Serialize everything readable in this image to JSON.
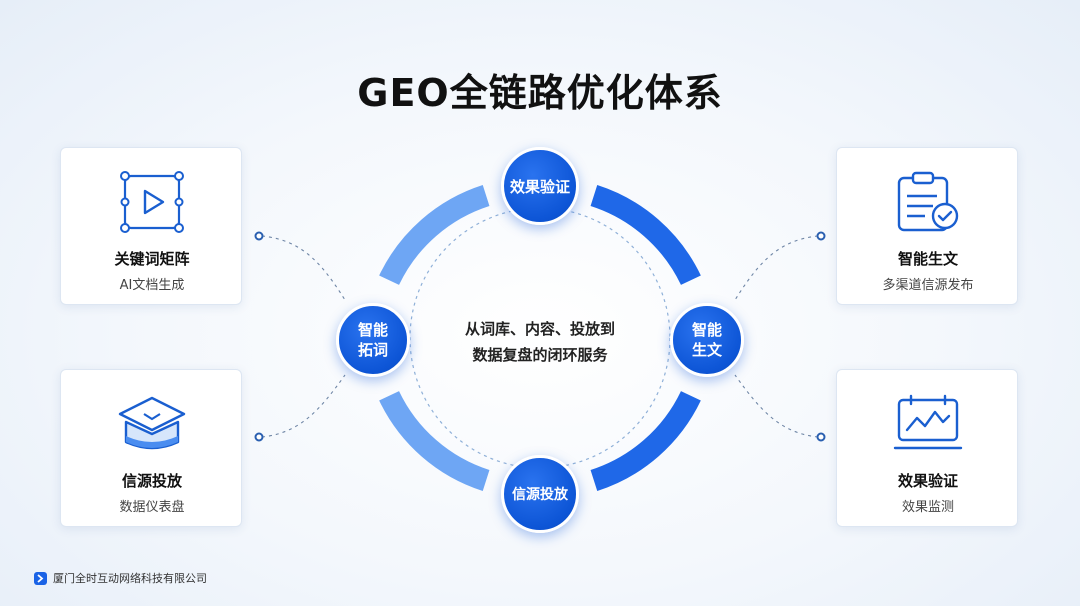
{
  "title": "GEO全链路优化体系",
  "center": {
    "line1": "从词库、内容、投放到",
    "line2": "数据复盘的闭环服务"
  },
  "nodes": {
    "top": "效果验证",
    "left": [
      "智能",
      "拓词"
    ],
    "right": [
      "智能",
      "生文"
    ],
    "bottom": "信源投放"
  },
  "cards": [
    {
      "title": "关键词矩阵",
      "subtitle": "AI文档生成",
      "icon": "video-play-icon"
    },
    {
      "title": "信源投放",
      "subtitle": "数据仪表盘",
      "icon": "graduation-cap-icon"
    },
    {
      "title": "智能生文",
      "subtitle": "多渠道信源发布",
      "icon": "clipboard-check-icon"
    },
    {
      "title": "效果验证",
      "subtitle": "效果监测",
      "icon": "chart-monitor-icon"
    }
  ],
  "footer": {
    "company": "厦门全时互动网络科技有限公司"
  },
  "colors": {
    "accent": "#0d55d6",
    "ring": "#4a8df0",
    "text": "#111111"
  }
}
